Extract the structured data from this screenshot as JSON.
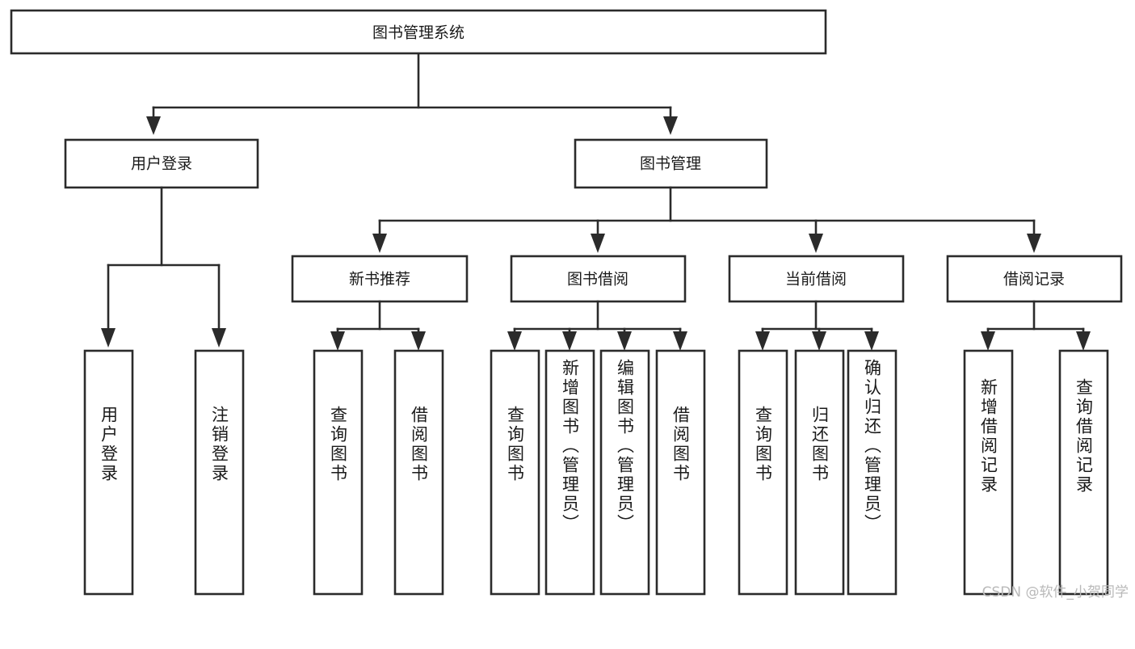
{
  "diagram": {
    "type": "tree",
    "title": "图书管理系统",
    "watermark": "CSDN @软件_小贺同学",
    "root": {
      "id": "root",
      "label": "图书管理系统",
      "orientation": "horizontal"
    },
    "level1": [
      {
        "id": "user-login",
        "label": "用户登录",
        "orientation": "horizontal"
      },
      {
        "id": "book-manage",
        "label": "图书管理",
        "orientation": "horizontal"
      }
    ],
    "level2": [
      {
        "id": "new-book-recommend",
        "label": "新书推荐",
        "parent": "book-manage",
        "orientation": "horizontal"
      },
      {
        "id": "book-borrow",
        "label": "图书借阅",
        "parent": "book-manage",
        "orientation": "horizontal"
      },
      {
        "id": "current-borrow",
        "label": "当前借阅",
        "parent": "book-manage",
        "orientation": "horizontal"
      },
      {
        "id": "borrow-record",
        "label": "借阅记录",
        "parent": "book-manage",
        "orientation": "horizontal"
      }
    ],
    "leaves": [
      {
        "id": "leaf-user-login",
        "label": "用户登录",
        "parent": "user-login",
        "orientation": "vertical"
      },
      {
        "id": "leaf-user-logout",
        "label": "注销登录",
        "parent": "user-login",
        "orientation": "vertical"
      },
      {
        "id": "leaf-query-book-1",
        "label": "查询图书",
        "parent": "new-book-recommend",
        "orientation": "vertical"
      },
      {
        "id": "leaf-borrow-book-1",
        "label": "借阅图书",
        "parent": "new-book-recommend",
        "orientation": "vertical"
      },
      {
        "id": "leaf-query-book-2",
        "label": "查询图书",
        "parent": "book-borrow",
        "orientation": "vertical"
      },
      {
        "id": "leaf-add-book",
        "label": "新增图书（管理员）",
        "parent": "book-borrow",
        "orientation": "vertical"
      },
      {
        "id": "leaf-edit-book",
        "label": "编辑图书（管理员）",
        "parent": "book-borrow",
        "orientation": "vertical"
      },
      {
        "id": "leaf-borrow-book-2",
        "label": "借阅图书",
        "parent": "book-borrow",
        "orientation": "vertical"
      },
      {
        "id": "leaf-query-book-3",
        "label": "查询图书",
        "parent": "current-borrow",
        "orientation": "vertical"
      },
      {
        "id": "leaf-return-book",
        "label": "归还图书",
        "parent": "current-borrow",
        "orientation": "vertical"
      },
      {
        "id": "leaf-confirm-return",
        "label": "确认归还（管理员）",
        "parent": "current-borrow",
        "orientation": "vertical"
      },
      {
        "id": "leaf-add-record",
        "label": "新增借阅记录",
        "parent": "borrow-record",
        "orientation": "vertical"
      },
      {
        "id": "leaf-query-record",
        "label": "查询借阅记录",
        "parent": "borrow-record",
        "orientation": "vertical"
      }
    ],
    "colors": {
      "stroke": "#2b2b2b",
      "fill": "#ffffff",
      "text": "#1a1a1a",
      "watermark": "#b9b9b9"
    }
  }
}
